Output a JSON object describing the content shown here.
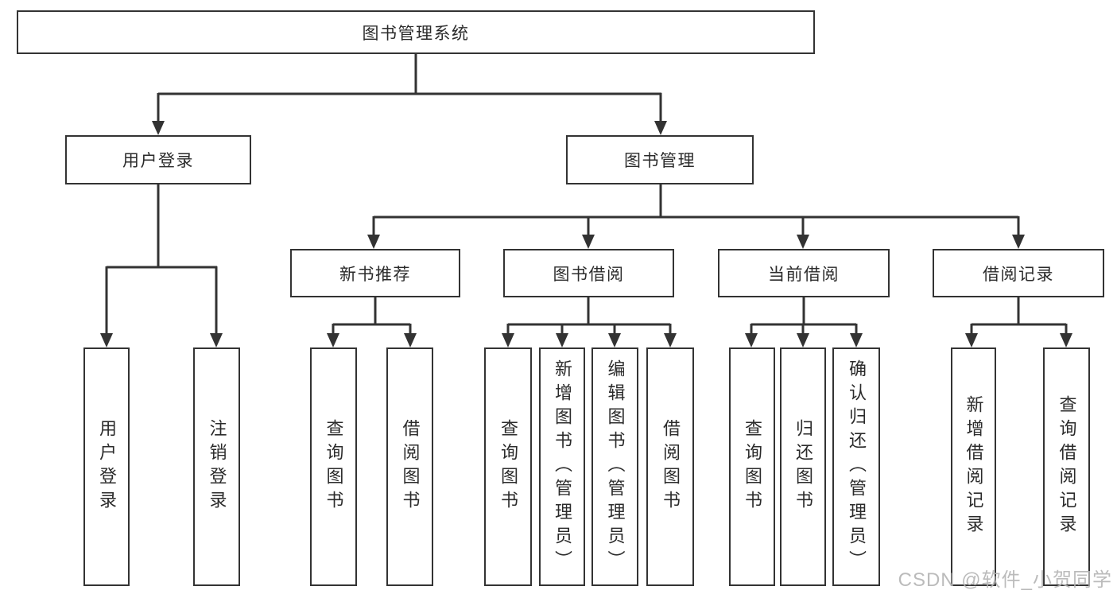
{
  "diagram": {
    "title": "图书管理系统",
    "level2": {
      "user_login": "用户登录",
      "book_management": "图书管理"
    },
    "level3": {
      "new_books": "新书推荐",
      "book_borrow": "图书借阅",
      "current_borrow": "当前借阅",
      "borrow_records": "借阅记录"
    },
    "leaves": {
      "user_login": [
        "用户登录",
        "注销登录"
      ],
      "new_books": [
        "查询图书",
        "借阅图书"
      ],
      "book_borrow": [
        "查询图书",
        "新增图书（管理员）",
        "编辑图书（管理员）",
        "借阅图书"
      ],
      "current_borrow": [
        "查询图书",
        "归还图书",
        "确认归还（管理员）"
      ],
      "borrow_records": [
        "新增借阅记录",
        "查询借阅记录"
      ]
    }
  },
  "watermark": "CSDN @软件_小贺同学",
  "colors": {
    "line": "#333333",
    "text": "#2b2b2b",
    "watermark": "#b4b4b4",
    "background": "#ffffff"
  }
}
